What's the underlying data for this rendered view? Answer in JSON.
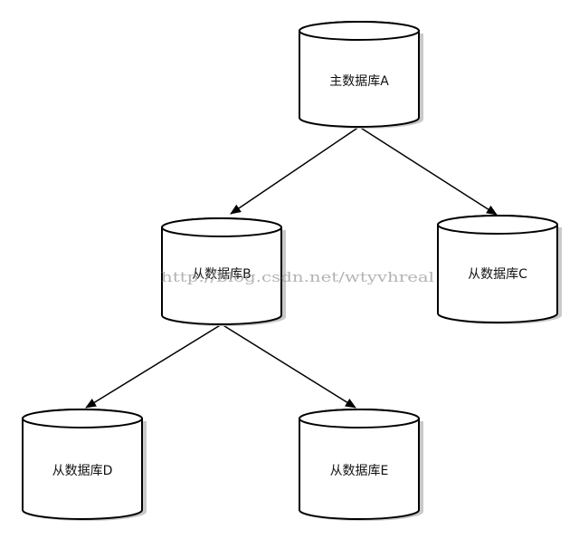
{
  "nodes": {
    "a": {
      "label": "主数据库A"
    },
    "b": {
      "label": "从数据库B"
    },
    "c": {
      "label": "从数据库C"
    },
    "d": {
      "label": "从数据库D"
    },
    "e": {
      "label": "从数据库E"
    }
  },
  "edges": [
    {
      "from": "a",
      "to": "b"
    },
    {
      "from": "a",
      "to": "c"
    },
    {
      "from": "b",
      "to": "d"
    },
    {
      "from": "b",
      "to": "e"
    }
  ],
  "watermark": "http://blog.csdn.net/wtyvhreal",
  "colors": {
    "stroke": "#000000",
    "fill": "#ffffff",
    "shadow": "#c9c9c9",
    "watermark": "#9a9a9a"
  }
}
